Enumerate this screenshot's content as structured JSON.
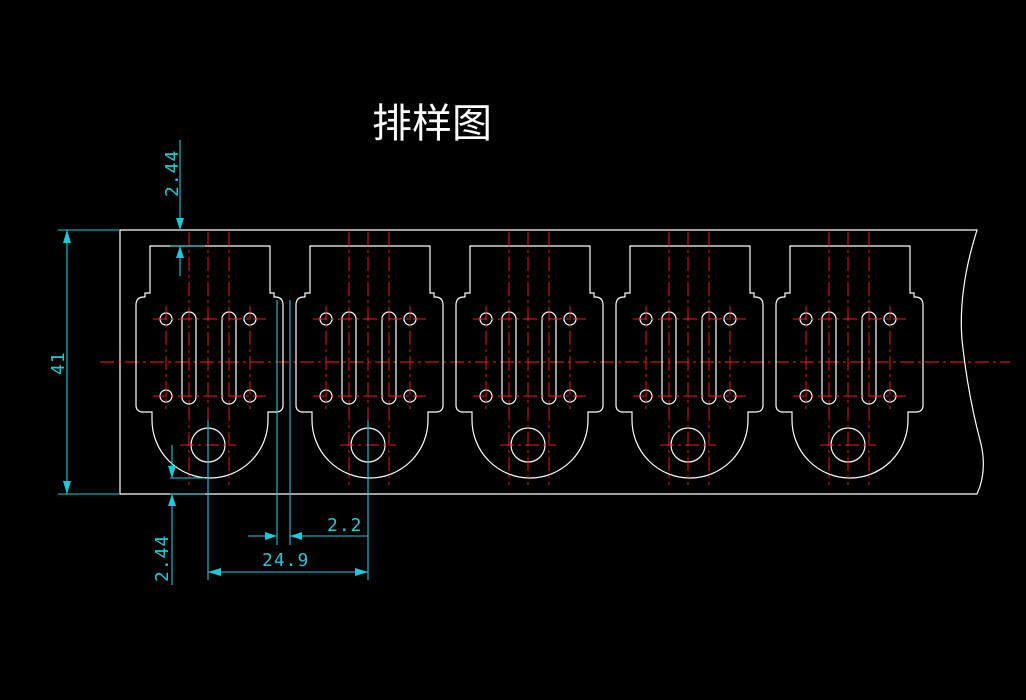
{
  "title": "排样图",
  "colors": {
    "background": "#000000",
    "outline": "#ffffff",
    "centerline": "#ff1a1a",
    "dimension": "#1fc8d8"
  },
  "dimensions": {
    "top_offset": "2.44",
    "strip_width": "41",
    "bottom_offset": "2.44",
    "slot_gap": "2.2",
    "pitch": "24.9"
  },
  "layout": {
    "part_count": 5
  }
}
